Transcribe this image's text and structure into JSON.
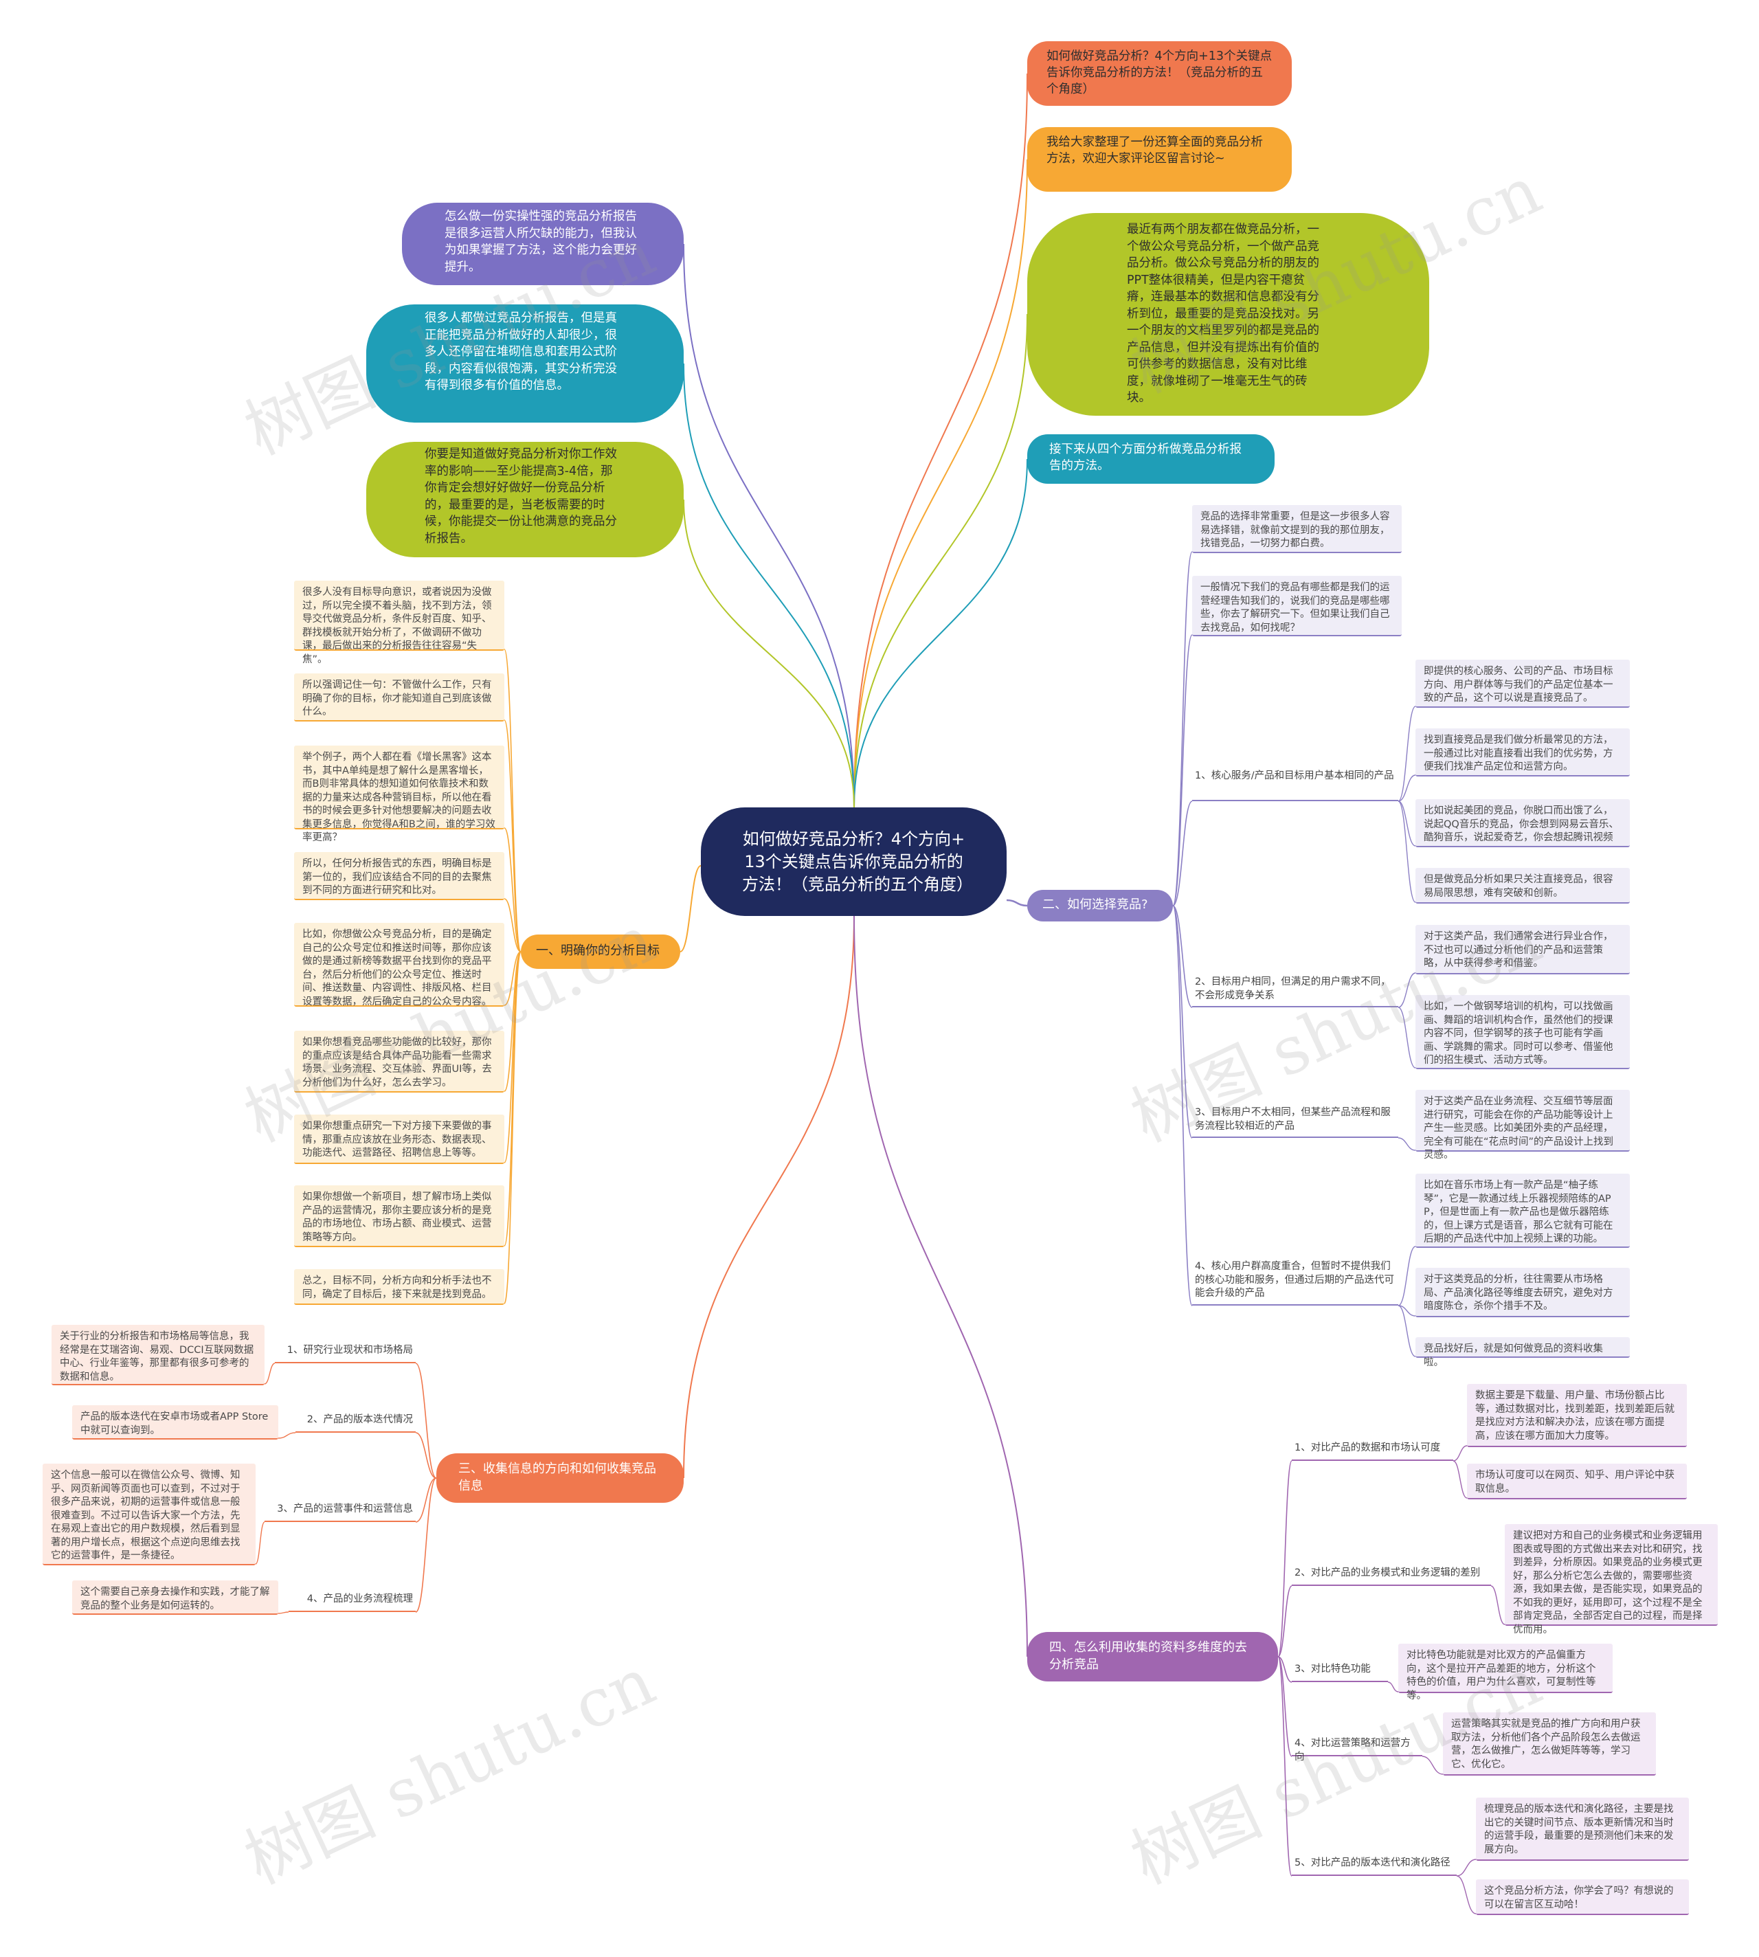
{
  "root": {
    "title": "如何做好竞品分析？4个方向+13个关键点告诉你竞品分析的方法！（竞品分析的五个角度）"
  },
  "top_right": [
    {
      "text": "如何做好竞品分析？4个方向+13个关键点告诉你竞品分析的方法！（竞品分析的五个角度）",
      "color": "#f0784e"
    },
    {
      "text": "我给大家整理了一份还算全面的竞品分析方法，欢迎大家评论区留言讨论~",
      "color": "#f7a834"
    },
    {
      "text": "最近有两个朋友都在做竞品分析，一个做公众号竞品分析，一个做产品竞品分析。做公众号竞品分析的朋友的PPT整体很精美，但是内容干瘪贫瘠，连最基本的数据和信息都没有分析到位，最重要的是竞品没找对。另一个朋友的文档里罗列的都是竞品的产品信息，但并没有提炼出有价值的可供参考的数据信息，没有对比维度，就像堆砌了一堆毫无生气的砖块。",
      "color": "#b2c629"
    },
    {
      "text": "接下来从四个方面分析做竞品分析报告的方法。",
      "color": "#1f9eb7"
    }
  ],
  "top_left": [
    {
      "text": "怎么做一份实操性强的竞品分析报告是很多运营人所欠缺的能力，但我认为如果掌握了方法，这个能力会更好提升。",
      "color": "#7b70c4"
    },
    {
      "text": "很多人都做过竞品分析报告，但是真正能把竞品分析做好的人却很少，很多人还停留在堆砌信息和套用公式阶段，内容看似很饱满，其实分析完没有得到很多有价值的信息。",
      "color": "#1f9eb7"
    },
    {
      "text": "你要是知道做好竞品分析对你工作效率的影响——至少能提高3-4倍，那你肯定会想好好做好一份竞品分析的，最重要的是，当老板需要的时候，你能提交一份让他满意的竞品分析报告。",
      "color": "#b2c629"
    }
  ],
  "branch1": {
    "label": "一、明确你的分析目标",
    "color": "#f7a834",
    "leaves": [
      "很多人没有目标导向意识，或者说因为没做过，所以完全摸不着头脑，找不到方法，领导交代做竞品分析，条件反射百度、知乎、群找模板就开始分析了，不做调研不做功课，最后做出来的分析报告往往容易“失焦”。",
      "所以强调记住一句：不管做什么工作，只有明确了你的目标，你才能知道自己到底该做什么。",
      "举个例子，两个人都在看《增长黑客》这本书，其中A单纯是想了解什么是黑客增长，而B则非常具体的想知道如何依靠技术和数据的力量来达成各种营销目标，所以他在看书的时候会更多针对他想要解决的问题去收集更多信息，你觉得A和B之间，谁的学习效率更高？",
      "所以，任何分析报告式的东西，明确目标是第一位的，我们应该结合不同的目的去聚焦到不同的方面进行研究和比对。",
      "比如，你想做公众号竞品分析，目的是确定自己的公众号定位和推送时间等，那你应该做的是通过新榜等数据平台找到你的竞品平台，然后分析他们的公众号定位、推送时间、推送数量、内容调性、排版风格、栏目设置等数据，然后确定自己的公众号内容。",
      "如果你想看竞品哪些功能做的比较好，那你的重点应该是结合具体产品功能看一些需求场景、业务流程、交互体验、界面UI等，去分析他们为什么好，怎么去学习。",
      "如果你想重点研究一下对方接下来要做的事情，那重点应该放在业务形态、数据表现、功能迭代、运营路径、招聘信息上等等。",
      "如果你想做一个新项目，想了解市场上类似产品的运营情况，那你主要应该分析的是竞品的市场地位、市场占额、商业模式、运营策略等方向。",
      "总之，目标不同，分析方向和分析手法也不同，确定了目标后，接下来就是找到竞品。"
    ]
  },
  "branch2": {
    "label": "二、如何选择竞品?",
    "color": "#8b7fc4",
    "intro": [
      "竞品的选择非常重要，但是这一步很多人容易选择错，就像前文提到的我的那位朋友，找错竞品，一切努力都白费。",
      "一般情况下我们的竞品有哪些都是我们的运营经理告知我们的，说我们的竞品是哪些哪些，你去了解研究一下。但如果让我们自己去找竞品，如何找呢？"
    ],
    "subs": [
      {
        "label": "1、核心服务/产品和目标用户基本相同的产品",
        "leaves": [
          "即提供的核心服务、公司的产品、市场目标方向、用户群体等与我们的产品定位基本一致的产品，这个可以说是直接竞品了。",
          "找到直接竞品是我们做分析最常见的方法，一般通过比对能直接看出我们的优劣势，方便我们找准产品定位和运营方向。",
          "比如说起美团的竞品，你脱口而出饿了么，说起QQ音乐的竞品，你会想到网易云音乐、酷狗音乐，说起爱奇艺，你会想起腾讯视频",
          "但是做竞品分析如果只关注直接竞品，很容易局限思想，难有突破和创新。"
        ]
      },
      {
        "label": "2、目标用户相同，但满足的用户需求不同，不会形成竞争关系",
        "leaves": [
          "对于这类产品，我们通常会进行异业合作，不过也可以通过分析他们的产品和运营策略，从中获得参考和借鉴。",
          "比如，一个做钢琴培训的机构，可以找做画画、舞蹈的培训机构合作，虽然他们的授课内容不同，但学钢琴的孩子也可能有学画画、学跳舞的需求。同时可以参考、借鉴他们的招生模式、活动方式等。"
        ]
      },
      {
        "label": "3、目标用户不太相同，但某些产品流程和服务流程比较相近的产品",
        "leaves": [
          "对于这类产品在业务流程、交互细节等层面进行研究，可能会在你的产品功能等设计上产生一些灵感。比如美团外卖的产品经理，完全有可能在“花点时间”的产品设计上找到灵感。"
        ]
      },
      {
        "label": "4、核心用户群高度重合，但暂时不提供我们的核心功能和服务，但通过后期的产品迭代可能会升级的产品",
        "leaves": [
          "比如在音乐市场上有一款产品是“柚子练琴”，它是一款通过线上乐器视频陪练的APP，但是世面上有一款产品也是做乐器陪练的，但上课方式是语音，那么它就有可能在后期的产品迭代中加上视频上课的功能。",
          "对于这类竞品的分析，往往需要从市场格局、产品演化路径等维度去研究，避免对方暗度陈仓，杀你个措手不及。",
          "竞品找好后，就是如何做竞品的资料收集啦。"
        ]
      }
    ]
  },
  "branch3": {
    "label": "三、收集信息的方向和如何收集竞品信息",
    "color": "#f0784e",
    "subs": [
      {
        "label": "1、研究行业现状和市场格局",
        "leaf": "关于行业的分析报告和市场格局等信息，我经常是在艾瑞咨询、易观、DCCI互联网数据中心、行业年鉴等，那里都有很多可参考的数据和信息。"
      },
      {
        "label": "2、产品的版本迭代情况",
        "leaf": "产品的版本迭代在安卓市场或者APP Store中就可以查询到。"
      },
      {
        "label": "3、产品的运营事件和运营信息",
        "leaf": "这个信息一般可以在微信公众号、微博、知乎、网页新闻等页面也可以查到，不过对于很多产品来说，初期的运营事件或信息一般很难查到。不过可以告诉大家一个方法，先在易观上查出它的用户数规模，然后看到显著的用户增长点，根据这个点逆向思维去找它的运营事件，是一条捷径。"
      },
      {
        "label": "4、产品的业务流程梳理",
        "leaf": "这个需要自己亲身去操作和实践，才能了解竞品的整个业务是如何运转的。"
      }
    ]
  },
  "branch4": {
    "label": "四、怎么利用收集的资料多维度的去分析竞品",
    "color": "#a066b0",
    "subs": [
      {
        "label": "1、对比产品的数据和市场认可度",
        "leaves": [
          "数据主要是下载量、用户量、市场份额占比等，通过数据对比，找到差距，找到差距后就是找应对方法和解决办法，应该在哪方面提高，应该在哪方面加大力度等。",
          "市场认可度可以在网页、知乎、用户评论中获取信息。"
        ]
      },
      {
        "label": "2、对比产品的业务模式和业务逻辑的差别",
        "leaves": [
          "建议把对方和自己的业务模式和业务逻辑用图表或导图的方式做出来去对比和研究，找到差异，分析原因。如果竞品的业务模式更好，那么分析它怎么去做的，需要哪些资源，我如果去做，是否能实现，如果竞品的不如我的更好，延用即可，这个过程不是全部肯定竞品，全部否定自己的过程，而是择优而用。"
        ]
      },
      {
        "label": "3、对比特色功能",
        "leaves": [
          "对比特色功能就是对比双方的产品偏重方向，这个是拉开产品差距的地方，分析这个特色的价值，用户为什么喜欢，可复制性等等。"
        ]
      },
      {
        "label": "4、对比运营策略和运营方向",
        "leaves": [
          "运营策略其实就是竞品的推广方向和用户获取方法，分析他们各个产品阶段怎么去做运营，怎么做推广，怎么做矩阵等等，学习它、优化它。"
        ]
      },
      {
        "label": "5、对比产品的版本迭代和演化路径",
        "leaves": [
          "梳理竞品的版本迭代和演化路径，主要是找出它的关键时间节点、版本更新情况和当时的运营手段，最重要的是预测他们未来的发展方向。",
          "这个竞品分析方法，你学会了吗？有想说的可以在留言区互动哈！"
        ]
      }
    ]
  },
  "watermark": "树图 shutu.cn"
}
